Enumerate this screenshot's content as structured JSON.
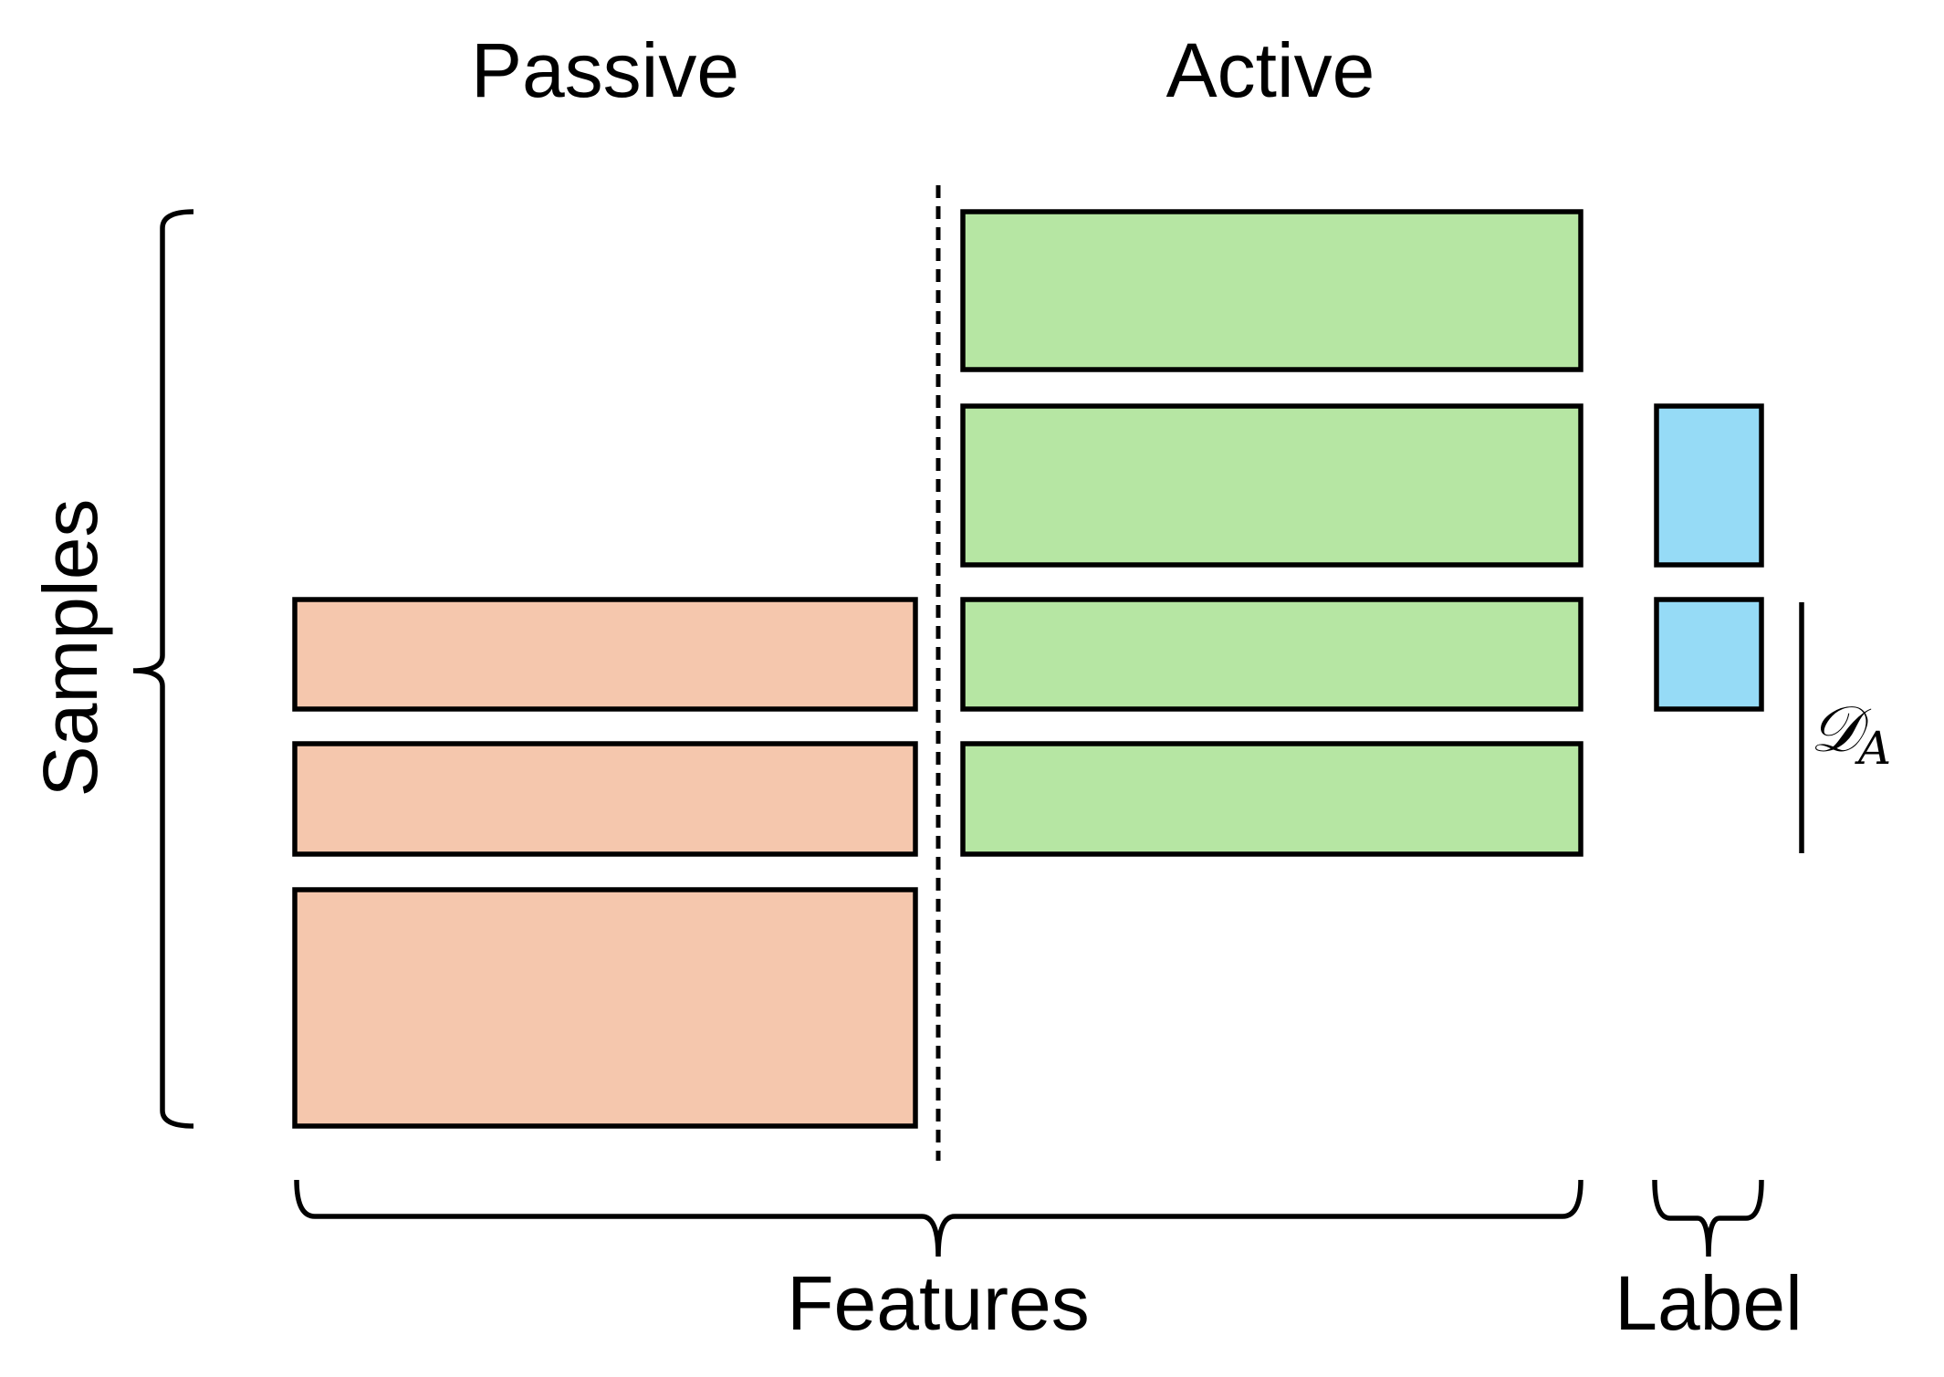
{
  "labels": {
    "passive": "Passive",
    "active": "Active",
    "samples": "Samples",
    "features": "Features",
    "label": "Label",
    "dataset_symbol": "𝒟",
    "dataset_subscript": "A"
  },
  "colors": {
    "passive_fill": "#f5c7ad",
    "active_fill": "#b6e6a3",
    "label_fill": "#96dbf6",
    "stroke": "#000000",
    "background": "#ffffff"
  },
  "blocks": {
    "passive_rows": 3,
    "active_rows": 4,
    "label_rows": 2
  }
}
